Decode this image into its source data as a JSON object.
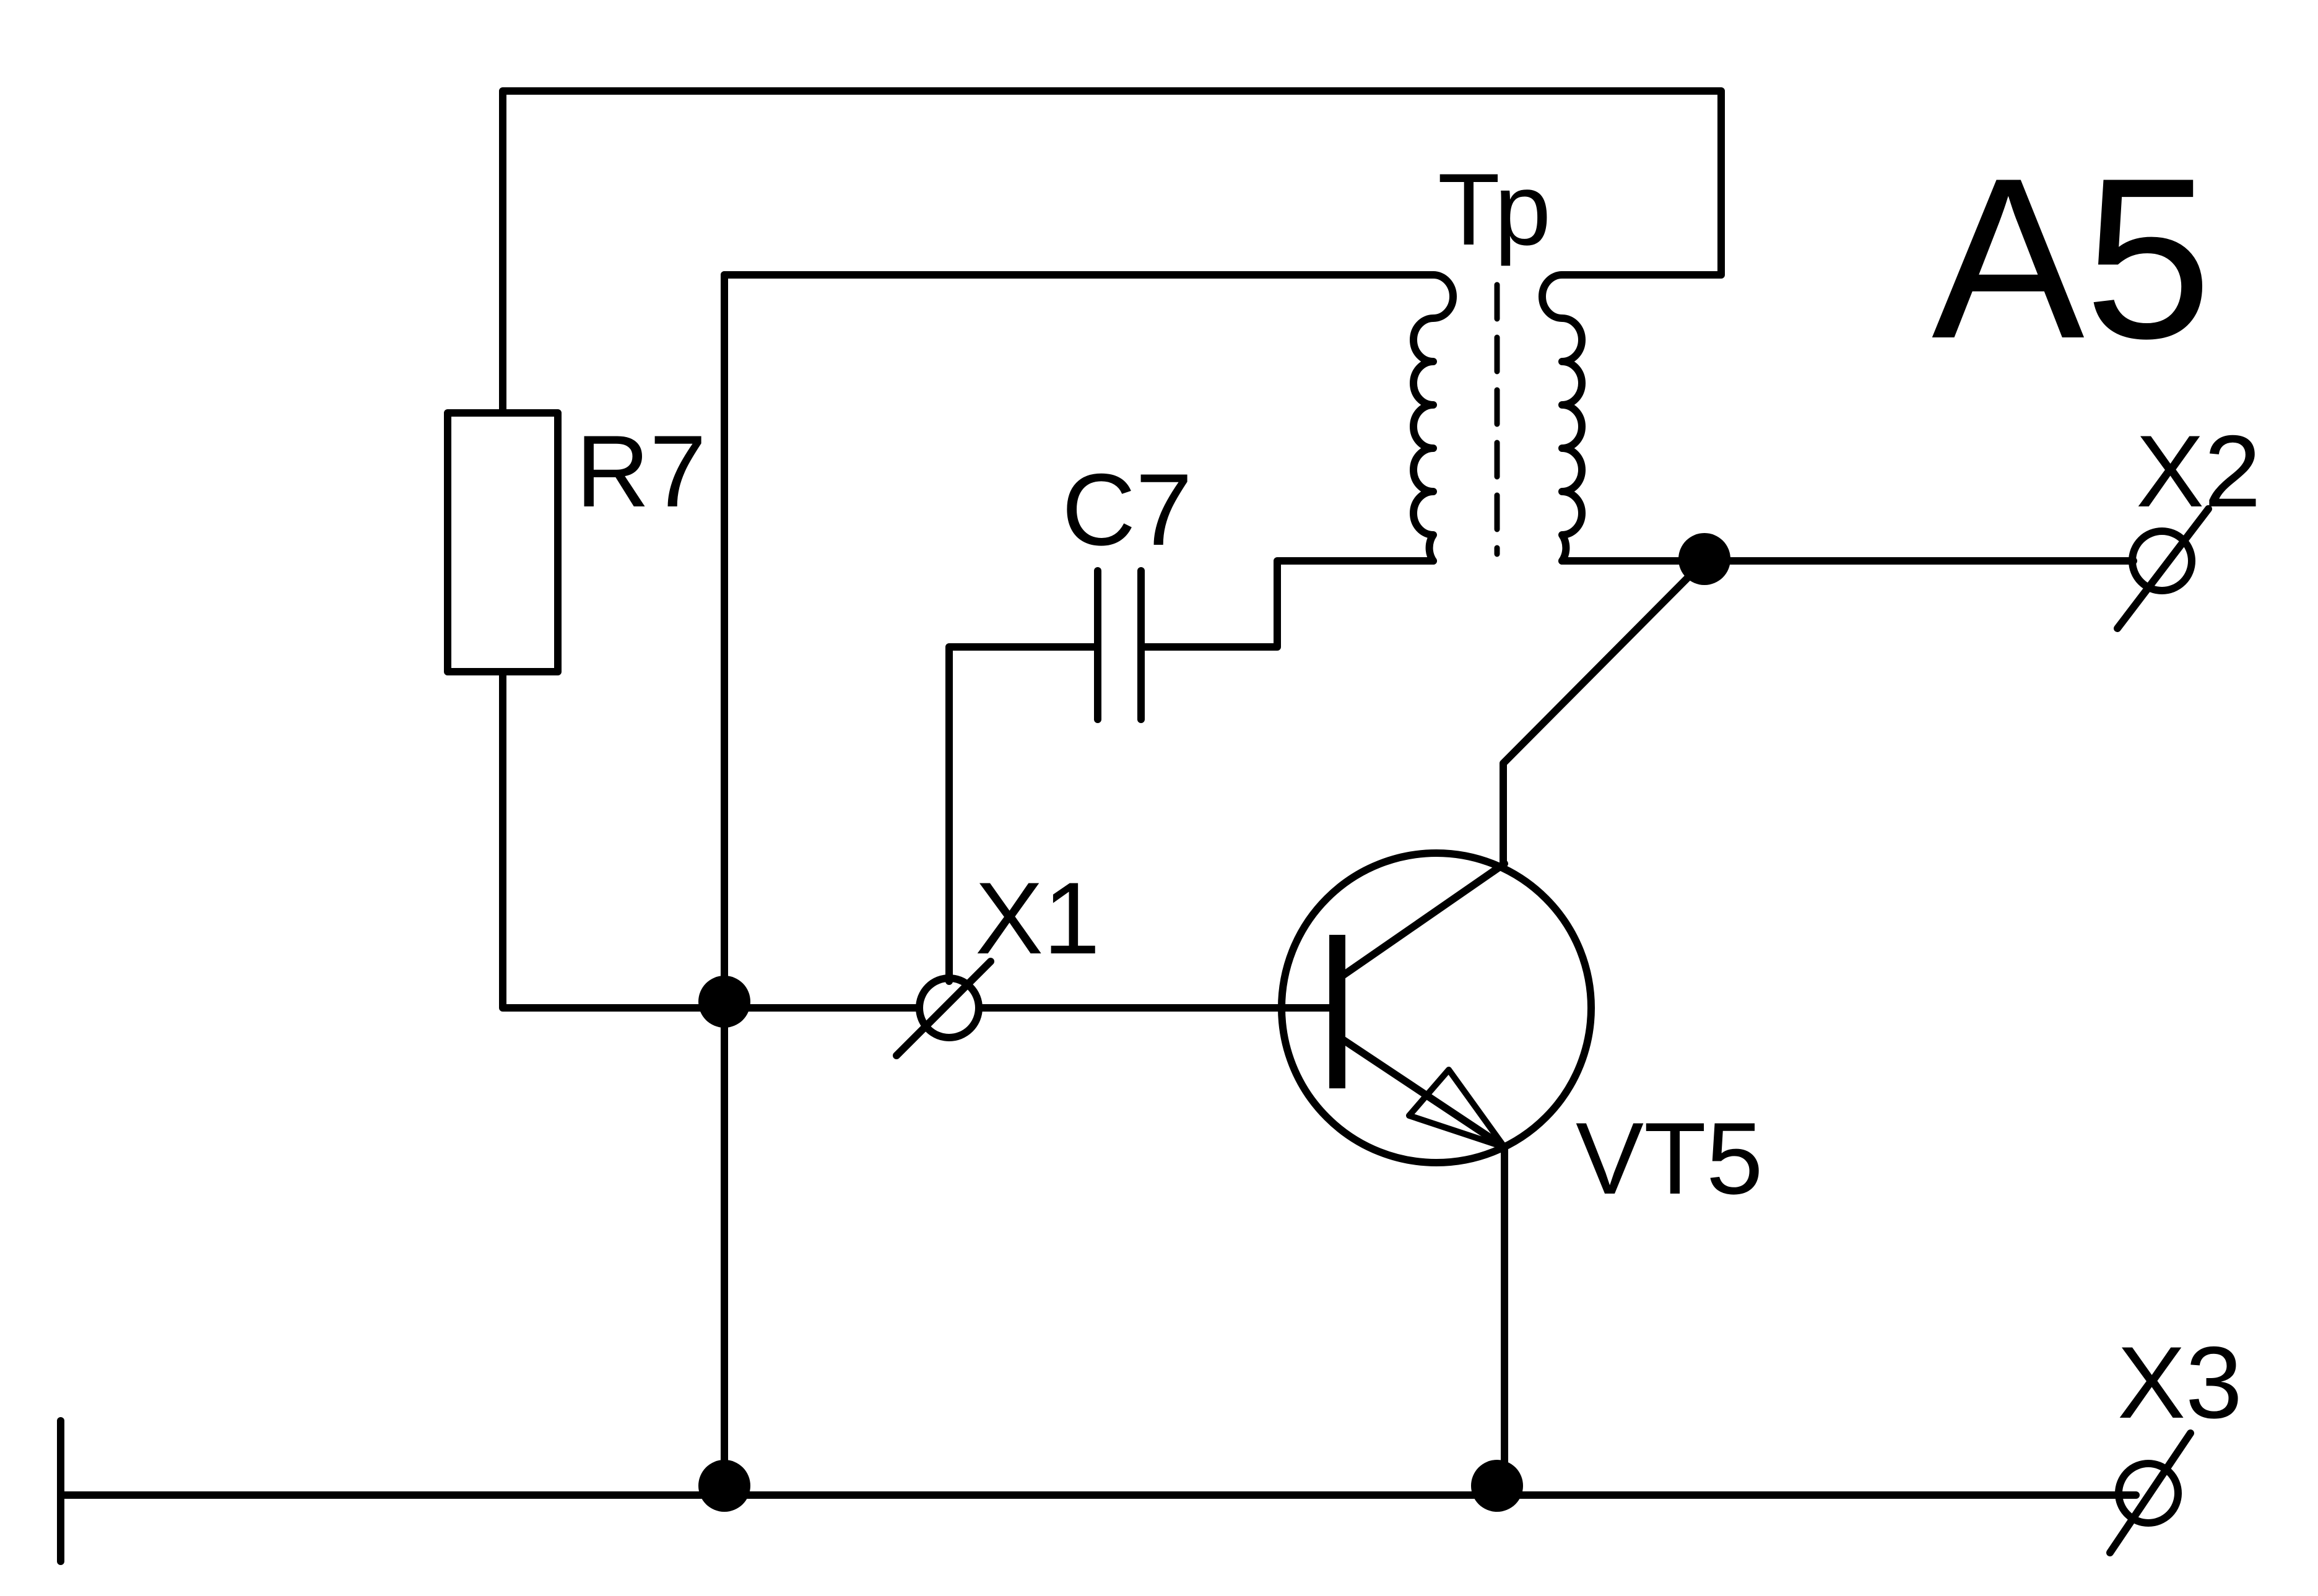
{
  "diagram": {
    "module_label": "A5",
    "components": {
      "resistor": {
        "label": "R7"
      },
      "capacitor": {
        "label": "C7"
      },
      "transformer": {
        "label": "Тр"
      },
      "transistor": {
        "label": "VT5"
      }
    },
    "terminals": [
      {
        "label": "X1"
      },
      {
        "label": "X2"
      },
      {
        "label": "X3"
      }
    ]
  }
}
